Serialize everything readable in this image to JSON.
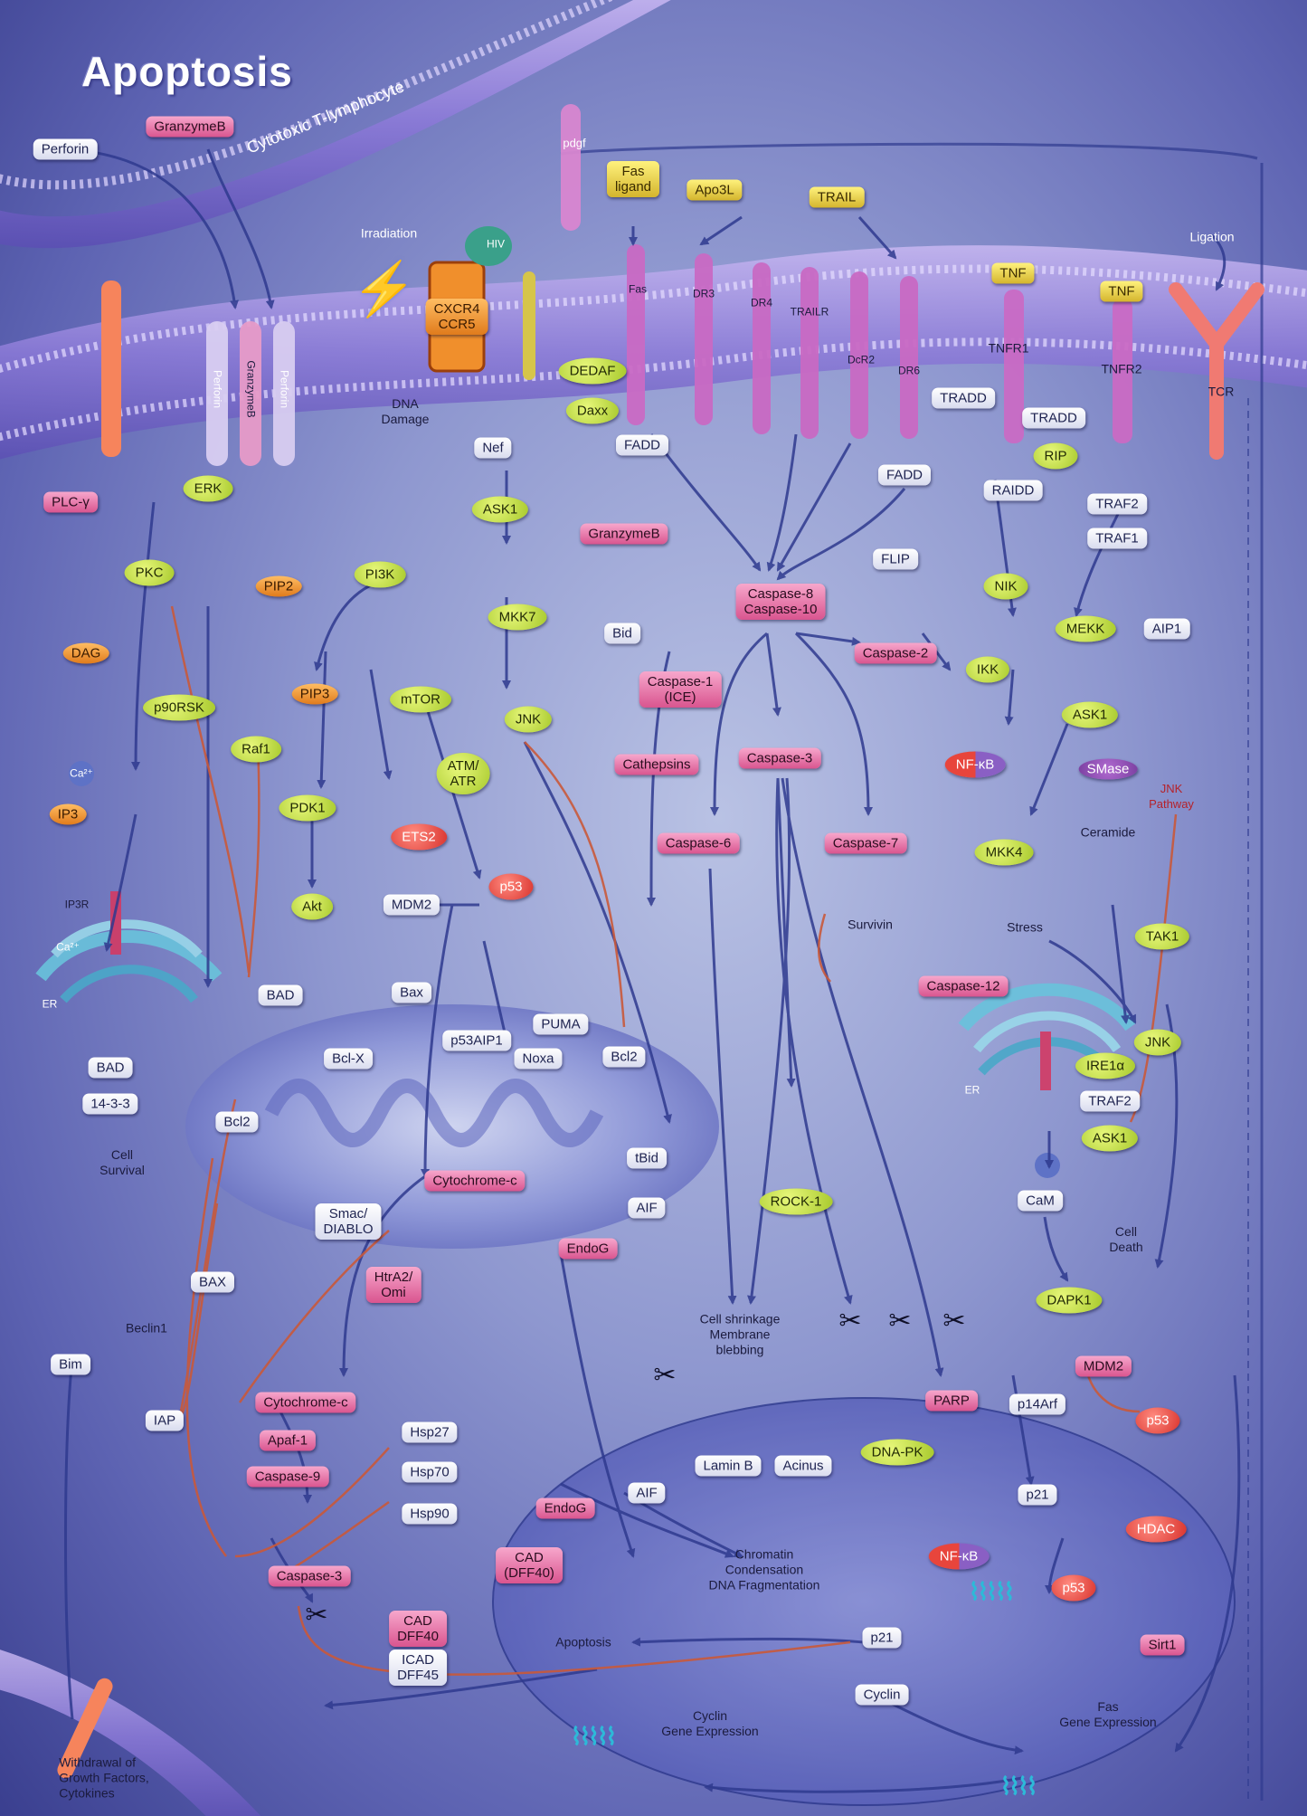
{
  "title": "Apoptosis",
  "colors": {
    "pink": "#e77fb0",
    "white": "#ffffff",
    "green": "#bcd63a",
    "red": "#e8453c",
    "yellow": "#f2da4c",
    "orange": "#f19a3e",
    "arrow": "#2f3a8f",
    "inhibit": "#c9593a"
  },
  "nodes": {
    "ctl_label": "Cytotoxic T-lymphocyte",
    "perforin": "Perforin",
    "granzymeb": "GranzymeB",
    "perforin_ch1": "Perforin",
    "granzymeb_ch": "GranzymeB",
    "perforin_ch2": "Perforin",
    "irradiation": "Irradiation",
    "cxcr4": "CXCR4\nCCR5",
    "hiv": "HIV",
    "dna_damage": "DNA\nDamage",
    "pdgf": "pdgf",
    "fas_ligand": "Fas\nligand",
    "apo3l": "Apo3L",
    "trail": "TRAIL",
    "ligation": "Ligation",
    "tnf1": "TNF",
    "tnf2": "TNF",
    "tnfr1": "TNFR1",
    "tnfr2": "TNFR2",
    "tcr": "TCR",
    "fas": "Fas",
    "dr3": "DR3",
    "dr4": "DR4",
    "trailr": "TRAILR",
    "dr5": "DcR2",
    "dr6": "DR6",
    "tradd1": "TRADD",
    "tradd2": "TRADD",
    "rip": "RIP",
    "raidd": "RAIDD",
    "traf2": "TRAF2",
    "traf1": "TRAF1",
    "fadd1": "FADD",
    "fadd2": "FADD",
    "flip": "FLIP",
    "dedaf": "DEDAF",
    "daxx": "Daxx",
    "nef": "Nef",
    "ask1_top": "ASK1",
    "granzymeb_c": "GranzymeB",
    "mkk7": "MKK7",
    "jnk_c": "JNK",
    "caspase8_10": "Caspase-8\nCaspase-10",
    "caspase2": "Caspase-2",
    "bid": "Bid",
    "caspase1": "Caspase-1\n(ICE)",
    "cathepsins": "Cathepsins",
    "caspase3": "Caspase-3",
    "caspase6": "Caspase-6",
    "caspase7": "Caspase-7",
    "survivin": "Survivin",
    "nik": "NIK",
    "mekk": "MEKK",
    "aip1": "AIP1",
    "ikk": "IKK",
    "nfkb1": "NF-κB",
    "ask1_r": "ASK1",
    "smase": "SMase",
    "jnk_pathway": "JNK\nPathway",
    "ceramide": "Ceramide",
    "mkk4": "MKK4",
    "tak1": "TAK1",
    "stress": "Stress",
    "caspase12": "Caspase-12",
    "jnk_r": "JNK",
    "ire1a": "IRE1α",
    "traf2_er": "TRAF2",
    "ask1_er": "ASK1",
    "calm": "CaM",
    "cell_death": "Cell\nDeath",
    "dapk1": "DAPK1",
    "plc": "PLC-γ",
    "erk": "ERK",
    "pkc": "PKC",
    "pip2": "PIP2",
    "pi3k": "PI3K",
    "dag": "DAG",
    "p90rsk": "p90RSK",
    "pip3": "PIP3",
    "mtor": "mTOR",
    "raf1": "Raf1",
    "ca1": "Ca²⁺",
    "ip3": "IP3",
    "ip3r": "IP3R",
    "ca2": "Ca²⁺",
    "er_l": "ER",
    "pdk1": "PDK1",
    "atm": "ATM/\nATR",
    "ets2": "ETS2",
    "p53_c": "p53",
    "akt": "Akt",
    "mdm2_c": "MDM2",
    "bax_top": "Bax",
    "bad": "BAD",
    "p53aip1": "p53AIP1",
    "puma": "PUMA",
    "bclx": "Bcl-X",
    "noxa": "Noxa",
    "bcl2_c": "Bcl2",
    "bad2": "BAD",
    "p1433": "14-3-3",
    "cell_survival": "Cell\nSurvival",
    "bcl2_l": "Bcl2",
    "tbid": "tBid",
    "cytochrome_c_mito": "Cytochrome-c",
    "smac": "Smac/\nDIABLO",
    "aif_c": "AIF",
    "bax": "BAX",
    "htra2": "HtrA2/\nOmi",
    "beclin1": "Beclin1",
    "endog": "EndoG",
    "rock1": "ROCK-1",
    "cell_shrinkage": "Cell shrinkage\nMembrane\nblebbing",
    "bim": "Bim",
    "iap": "IAP",
    "cytochrome_c2": "Cytochrome-c",
    "apaf1": "Apaf-1",
    "caspase9": "Caspase-9",
    "hsp27": "Hsp27",
    "hsp70": "Hsp70",
    "hsp90": "Hsp90",
    "caspase3b": "Caspase-3",
    "cad_dff": "CAD\nDFF40",
    "icad": "ICAD\nDFF45",
    "parp": "PARP",
    "mdm2_n": "MDM2",
    "p14arf": "p14Arf",
    "p53_n": "p53",
    "p21a": "p21",
    "hdac": "HDAC",
    "lamin": "Lamin B",
    "acinus": "Acinus",
    "dnapk": "DNA-PK",
    "endog_n": "EndoG",
    "aif_n": "AIF",
    "cad_n": "CAD\n(DFF40)",
    "nfkb2": "NF-κB",
    "p53_n2": "p53",
    "sirt1": "Sirt1",
    "chromatin": "Chromatin\nCondensation\nDNA Fragmentation",
    "apoptosis": "Apoptosis",
    "p21b": "p21",
    "cyclin": "Cyclin",
    "cyclin_expr": "Cyclin\nGene Expression",
    "fas_expr": "Fas\nGene Expression",
    "withdrawal": "Withdrawal of\nGrowth Factors,\nCytokines",
    "er_r": "ER"
  }
}
